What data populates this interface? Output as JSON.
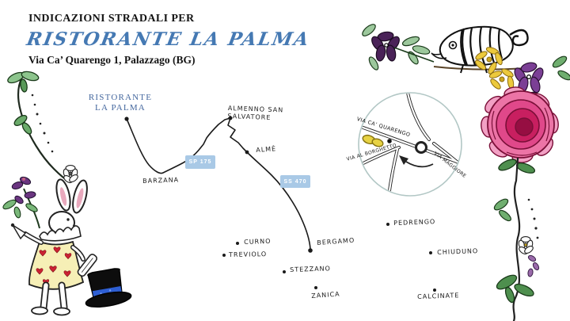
{
  "header": {
    "kicker": "INDICAZIONI STRADALI PER",
    "title": "RISTORANTE LA PALMA",
    "address": "Via Ca’ Quarengo 1, Palazzago (BG)"
  },
  "map": {
    "restaurant": {
      "line1": "RISTORANTE",
      "line2": "LA PALMA"
    },
    "towns": [
      {
        "name": "ALMENNO SAN SALVATORE"
      },
      {
        "name": "ALMÈ"
      },
      {
        "name": "BARZANA"
      },
      {
        "name": "CURNO"
      },
      {
        "name": "TREVIOLO"
      },
      {
        "name": "BERGAMO"
      },
      {
        "name": "STEZZANO"
      },
      {
        "name": "ZANICA"
      },
      {
        "name": "PEDRENGO"
      },
      {
        "name": "CHIUDUNO"
      },
      {
        "name": "CALCINATE"
      }
    ],
    "badges": [
      {
        "label": "SP 175"
      },
      {
        "label": "SS 470"
      }
    ],
    "inset": {
      "streets": [
        {
          "name": "VIA CA’ QUARENGO"
        },
        {
          "name": "VIA AL BORGHETTO"
        },
        {
          "name": "VIA MAGGIORE"
        }
      ]
    }
  },
  "colors": {
    "title_blue": "#4579b3",
    "map_label_blue": "#44679e",
    "badge_blue": "#a9c9e6",
    "ink": "#1a1a1a",
    "highlight_yellow": "#e7d243",
    "rose_pink": "#d43a78"
  }
}
